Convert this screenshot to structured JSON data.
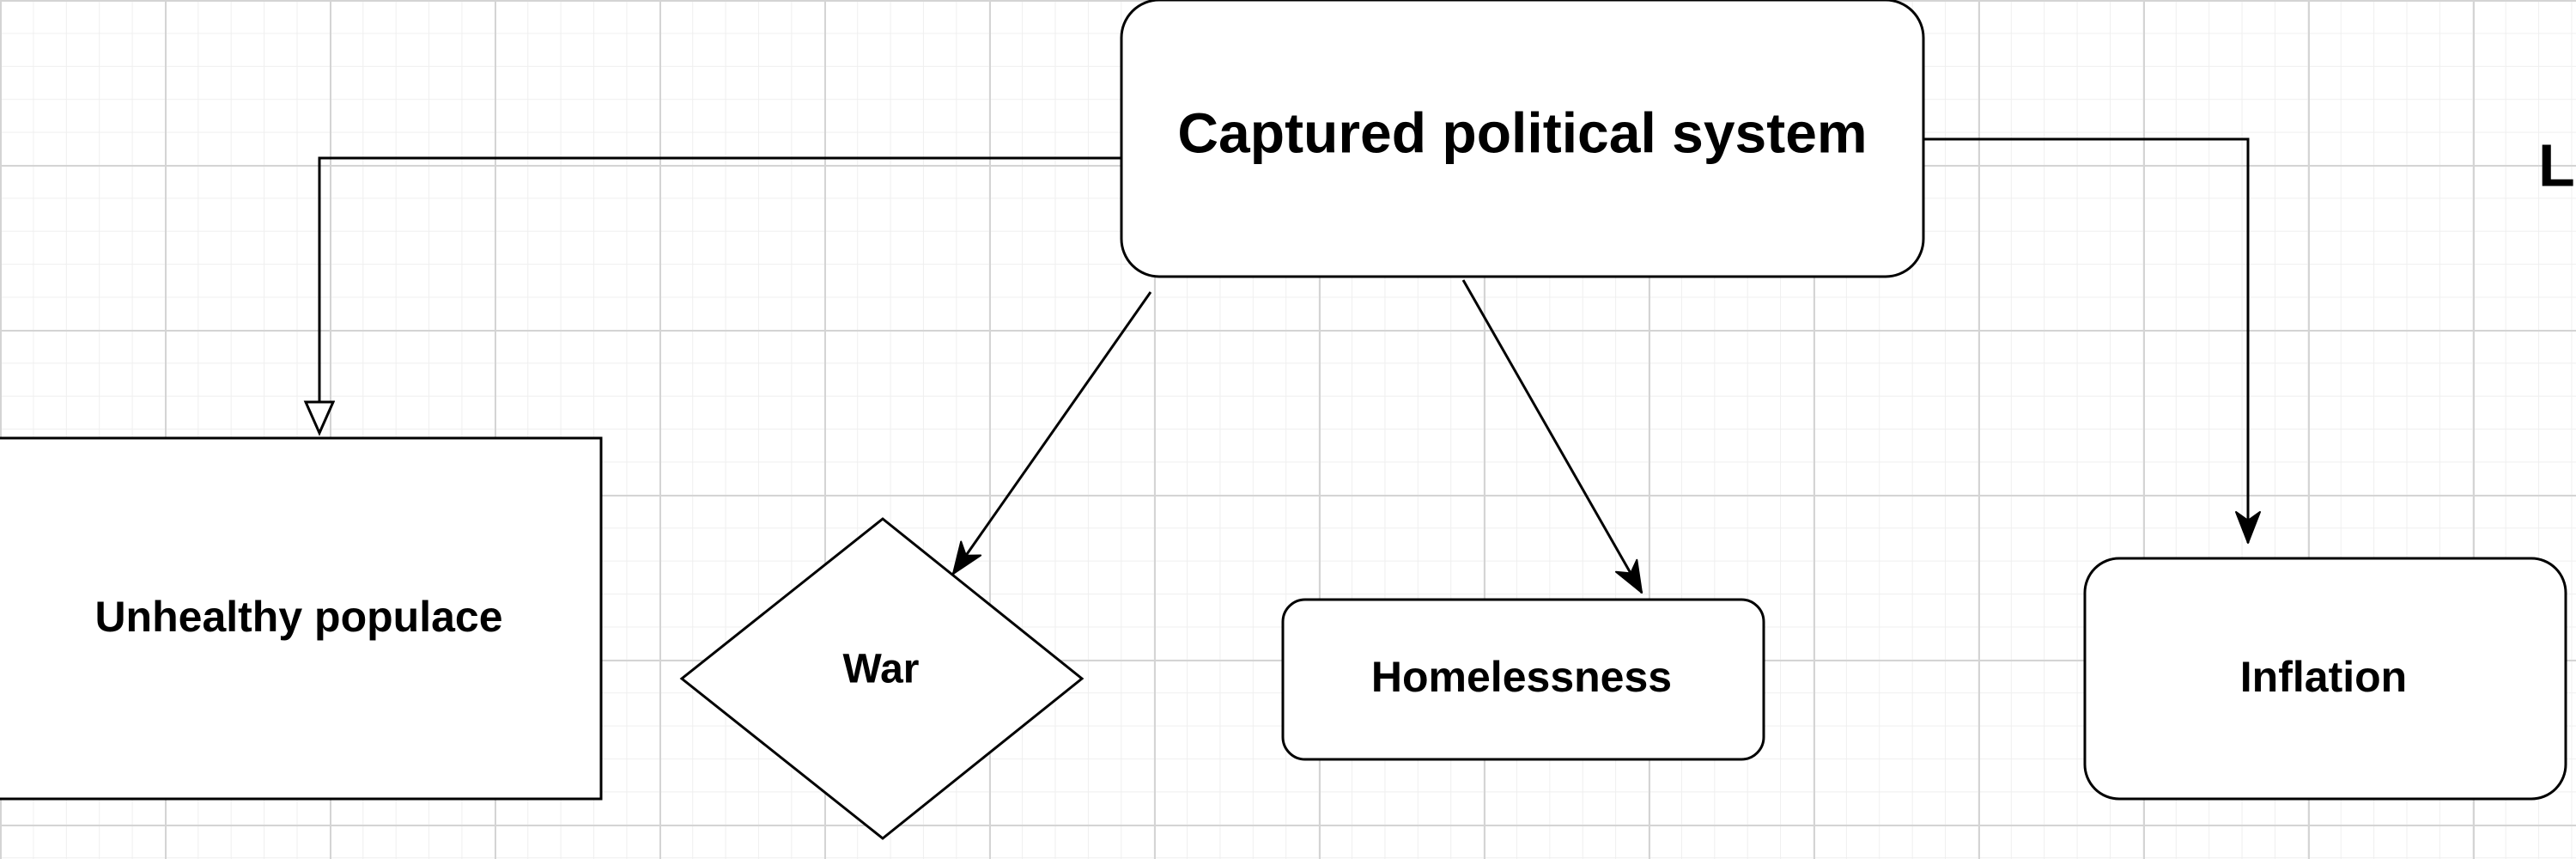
{
  "diagram": {
    "nodes": {
      "captured": {
        "label": "Captured political system",
        "shape": "rounded-rect"
      },
      "unhealthy": {
        "label": "Unhealthy populace",
        "shape": "rect"
      },
      "war": {
        "label": "War",
        "shape": "diamond"
      },
      "homelessness": {
        "label": "Homelessness",
        "shape": "rounded-rect"
      },
      "inflation": {
        "label": "Inflation",
        "shape": "rounded-rect"
      },
      "partial": {
        "label": "L",
        "shape": "text"
      }
    },
    "edges": [
      {
        "from": "captured",
        "to": "unhealthy",
        "arrowhead": "hollow-triangle"
      },
      {
        "from": "captured",
        "to": "war",
        "arrowhead": "open"
      },
      {
        "from": "captured",
        "to": "homelessness",
        "arrowhead": "open"
      },
      {
        "from": "captured",
        "to": "inflation",
        "arrowhead": "filled"
      }
    ],
    "colors": {
      "stroke": "#000000",
      "fill": "#ffffff",
      "grid": "#d4d4d4"
    }
  }
}
